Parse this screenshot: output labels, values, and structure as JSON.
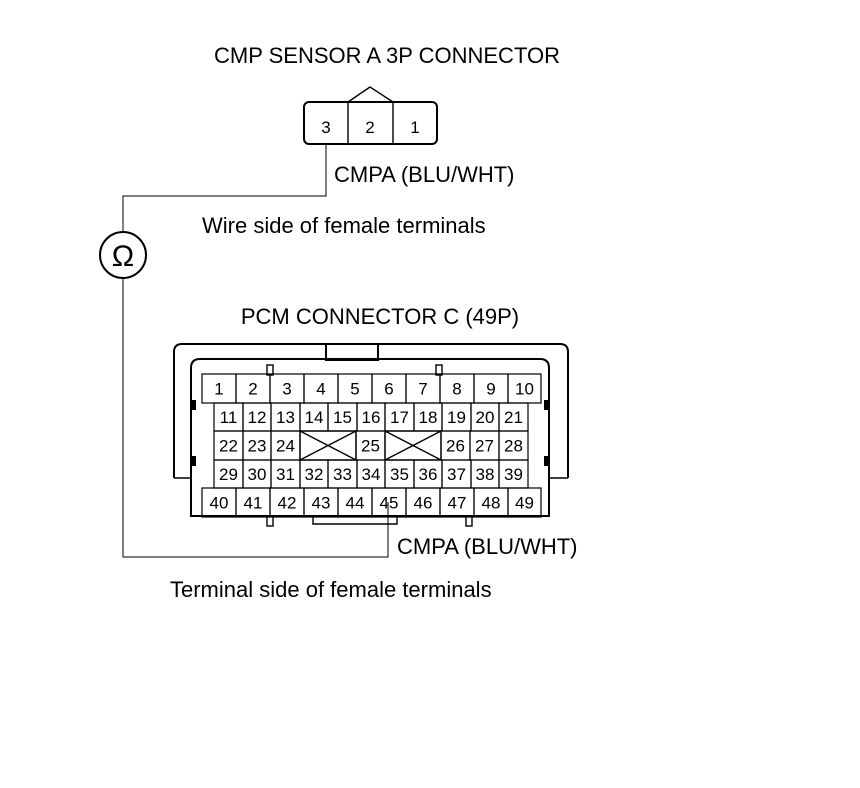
{
  "cmp_connector": {
    "title": "CMP SENSOR A 3P CONNECTOR",
    "terminals": [
      "3",
      "2",
      "1"
    ],
    "wire_label": "CMPA (BLU/WHT)",
    "view_note": "Wire side of female terminals"
  },
  "meter": {
    "symbol": "Ω"
  },
  "pcm_connector": {
    "title": "PCM CONNECTOR C (49P)",
    "rows": [
      [
        "1",
        "2",
        "3",
        "4",
        "5",
        "6",
        "7",
        "8",
        "9",
        "10"
      ],
      [
        "11",
        "12",
        "13",
        "14",
        "15",
        "16",
        "17",
        "18",
        "19",
        "20",
        "21"
      ],
      [
        "22",
        "23",
        "24",
        "",
        "25",
        "",
        "26",
        "27",
        "28"
      ],
      [
        "29",
        "30",
        "31",
        "32",
        "33",
        "34",
        "35",
        "36",
        "37",
        "38",
        "39"
      ],
      [
        "40",
        "41",
        "42",
        "43",
        "44",
        "45",
        "46",
        "47",
        "48",
        "49"
      ]
    ],
    "wire_label": "CMPA (BLU/WHT)",
    "view_note": "Terminal side of female terminals"
  }
}
